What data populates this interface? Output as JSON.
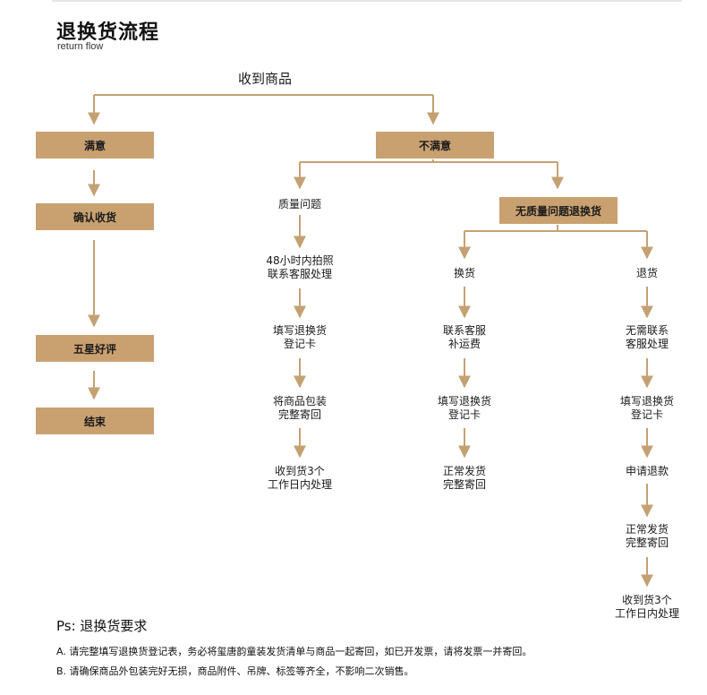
{
  "header": {
    "title": "退换货流程",
    "subtitle": "return flow"
  },
  "flow": {
    "root": "收到商品",
    "left": {
      "satisfied": "满意",
      "confirm": "确认收货",
      "five_star": "五星好评",
      "end": "结束"
    },
    "dissatisfied": "不满意",
    "quality": {
      "label": "质量问题",
      "photo": "48小时内拍照\n联系客服处理",
      "fill_card": "填写退换货\n登记卡",
      "pack": "将商品包装\n完整寄回",
      "received": "收到货3个\n工作日内处理"
    },
    "no_quality": "无质量问题退换货",
    "exchange": {
      "label": "换货",
      "contact": "联系客服\n补运费",
      "fill_card": "填写退换货\n登记卡",
      "ship": "正常发货\n完整寄回"
    },
    "refund": {
      "label": "退货",
      "no_contact": "无需联系\n客服处理",
      "fill_card": "填写退换货\n登记卡",
      "apply": "申请退款",
      "ship": "正常发货\n完整寄回",
      "received": "收到货3个\n工作日内处理"
    }
  },
  "notes": {
    "ps": "Ps: 退换货要求",
    "a": "A. 请完整填写退换货登记表，务必将玺唐韵童装发货清单与商品一起寄回，如已开发票，请将发票一并寄回。",
    "b": "B. 请确保商品外包装完好无损，商品附件、吊牌、标签等齐全，不影响二次销售。"
  },
  "colors": {
    "box_fill": "#c9a170",
    "line": "#c4a173"
  }
}
